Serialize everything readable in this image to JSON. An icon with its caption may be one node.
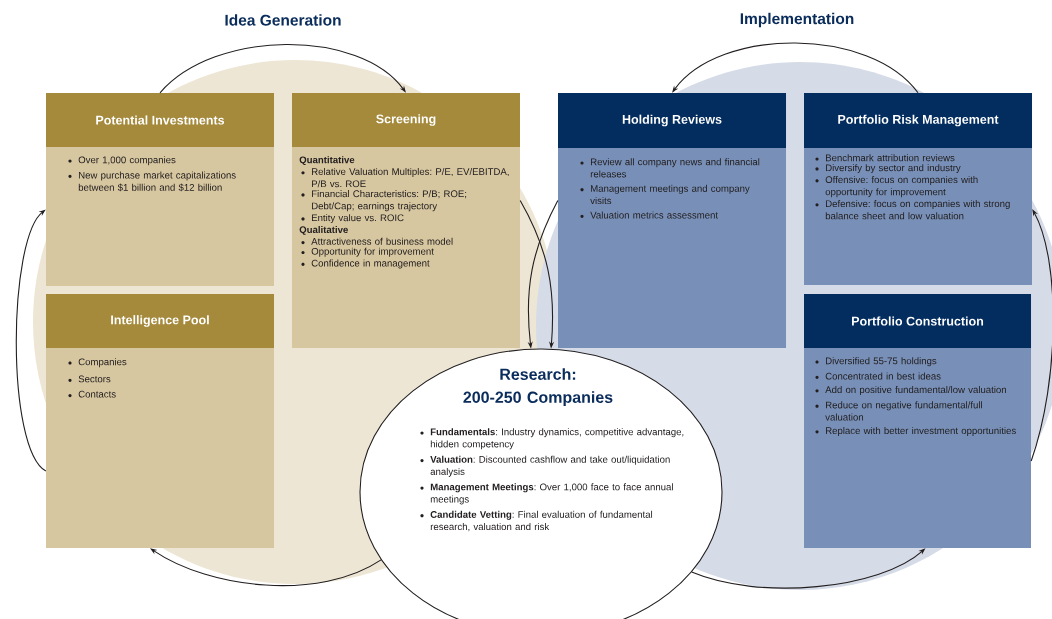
{
  "diagram": {
    "nodes": [
      {
        "text": [
          "Potential Investments",
          "Over 1,000 companies",
          "New purchase market capitalizations between $1 billion and $12 billion"
        ]
      },
      {
        "text": [
          "Screening",
          "Quantitative",
          "Relative Valuation Multiples: P/E, EV/EBITDA, P/B vs. ROE",
          "Financial Characteristics: P/B; ROE; Debt/Cap; earnings trajectory",
          "Entity value vs. ROIC",
          "Qualitative",
          "Attractiveness of business model",
          "Opportunity for improvement",
          "Confidence in management"
        ]
      },
      {
        "text": [
          "Intelligence Pool",
          "Companies",
          "Sectors",
          "Contacts"
        ]
      },
      {
        "text": [
          "Holding Reviews",
          "Review all company news and financial releases",
          "Management meetings and company visits",
          "Valuation metrics assessment"
        ]
      },
      {
        "text": [
          "Portfolio Risk Management",
          "Benchmark attribution reviews",
          "Diversify by sector and industry",
          "Offensive: focus on companies with opportunity for improvement",
          "Defensive: focus on companies with strong balance sheet and low valuation"
        ]
      },
      {
        "text": [
          "Portfolio Construction",
          "Diversified 55-75 holdings",
          "Concentrated in best ideas",
          "Add on positive fundamental/low valuation",
          "Reduce on negative fundamental/full valuation",
          "Replace with better investment opportunities"
        ]
      },
      {
        "text": [
          "Research: 200-250 Companies",
          "**Fundamentals**: Industry dynamics, competitive advantage, hidden competency",
          "**Valuation**: Discounted cashflow and take out/liquidation analysis",
          "**Management Meetings**: Over 1,000 face to face annual meetings",
          "**Candidate Vetting**: Final evaluation of fundamental research, valuation and risk"
        ]
      }
    ],
    "edges": [
      {
        "from": 2,
        "to": 0,
        "arrow": "to"
      },
      {
        "from": 0,
        "to": 1,
        "arrow": "to"
      },
      {
        "from": 1,
        "to": 6,
        "arrow": "to"
      },
      {
        "from": 6,
        "to": 2,
        "arrow": "to"
      },
      {
        "from": 6,
        "to": 5,
        "arrow": "to"
      },
      {
        "from": 5,
        "to": 4,
        "arrow": "to"
      },
      {
        "from": 4,
        "to": 3,
        "arrow": "to"
      },
      {
        "from": 3,
        "to": 6,
        "arrow": "to"
      }
    ],
    "labels": [
      "Idea Generation",
      "Implementation"
    ]
  }
}
